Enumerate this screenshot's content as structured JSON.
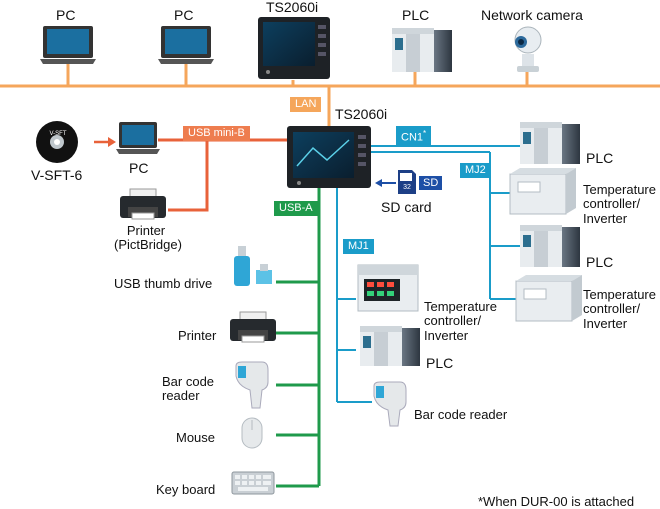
{
  "colors": {
    "lan": "#f5a65b",
    "usb_mini_b": "#e8623a",
    "cn1": "#1a9cc9",
    "usb_a": "#1f9a4b"
  },
  "top": {
    "pc1": "PC",
    "pc2": "PC",
    "hmi": "TS2060i",
    "plc": "PLC",
    "camera": "Network camera"
  },
  "tags": {
    "lan": "LAN",
    "usb_mini_b": "USB mini-B",
    "cn1": "CN1",
    "cn1_sup": "*",
    "mj2": "MJ2",
    "usb_a": "USB-A",
    "mj1": "MJ1",
    "sd": "SD"
  },
  "center": {
    "hmi": "TS2060i",
    "sd_card": "SD card"
  },
  "left": {
    "software": "V-SFT-6",
    "pc": "PC",
    "printer_line1": "Printer",
    "printer_line2": "(PictBridge)"
  },
  "usb_devices": [
    "USB thumb drive",
    "Printer",
    "Bar code\nreader",
    "Mouse",
    "Key board"
  ],
  "mj1_devices": {
    "temp": "Temperature\ncontroller/\nInverter",
    "plc": "PLC",
    "barcode": "Bar code reader"
  },
  "right_devices": {
    "plc1": "PLC",
    "temp1": "Temperature\ncontroller/\nInverter",
    "plc2": "PLC",
    "temp2": "Temperature\ncontroller/\nInverter"
  },
  "footnote": "*When DUR-00 is attached",
  "icon_names": [
    "laptop-icon",
    "hmi-screen-icon",
    "plc-icon",
    "network-camera-icon",
    "cd-icon",
    "printer-icon",
    "usb-drive-icon",
    "barcode-scanner-icon",
    "mouse-icon",
    "keyboard-icon",
    "temperature-controller-icon",
    "sd-card-icon"
  ]
}
